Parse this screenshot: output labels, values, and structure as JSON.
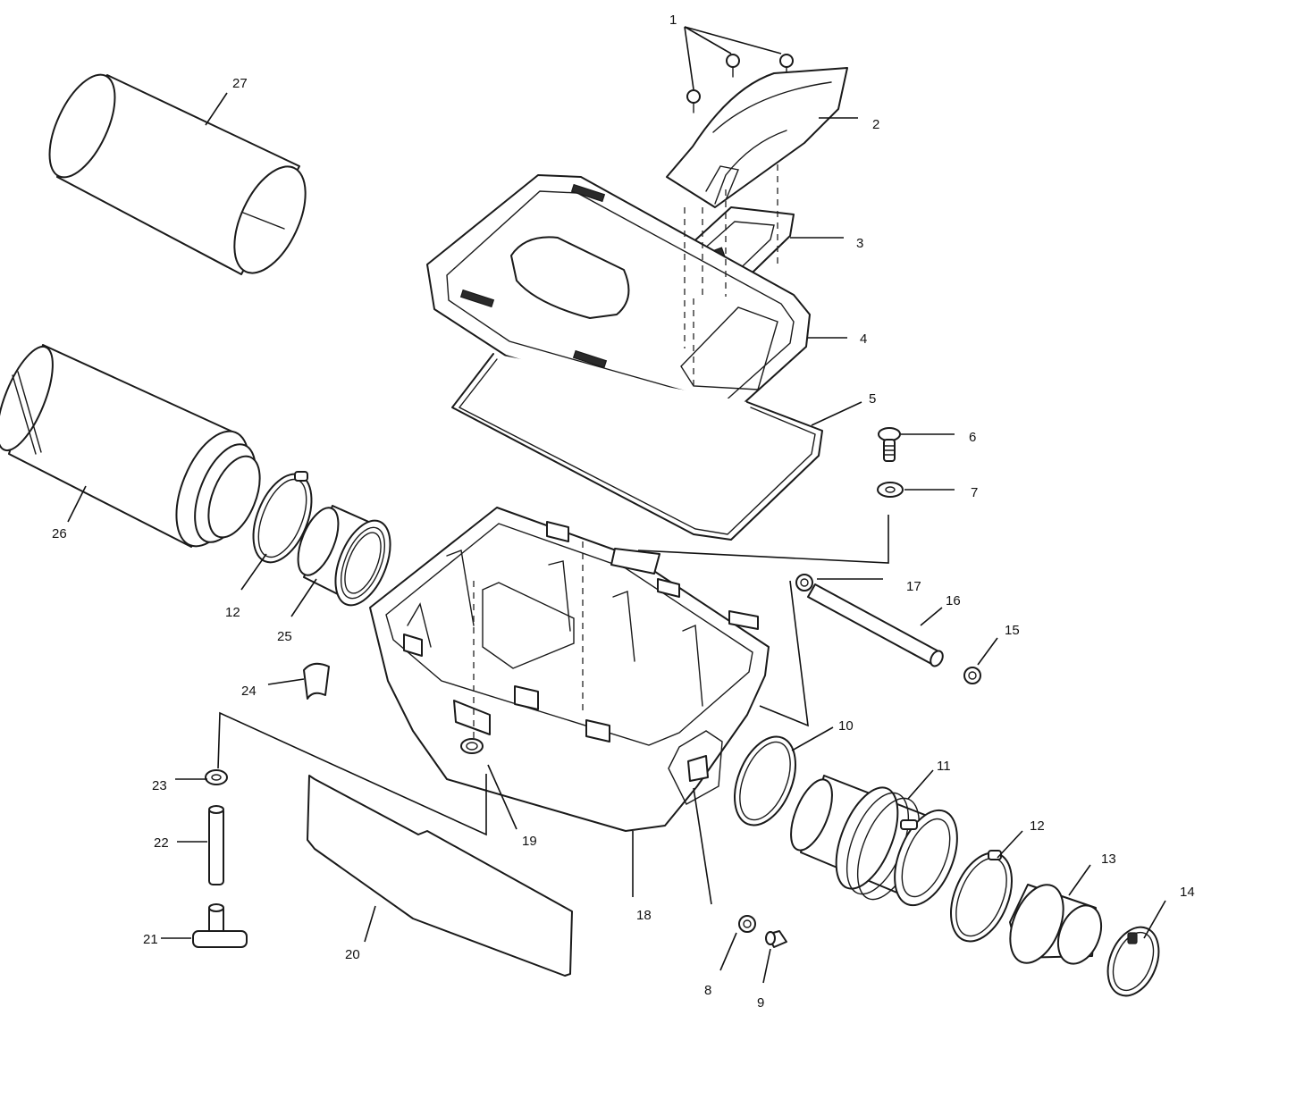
{
  "diagram": {
    "callouts": [
      {
        "id": "c1",
        "text": "1"
      },
      {
        "id": "c2",
        "text": "2"
      },
      {
        "id": "c3",
        "text": "3"
      },
      {
        "id": "c4",
        "text": "4"
      },
      {
        "id": "c5",
        "text": "5"
      },
      {
        "id": "c6",
        "text": "6"
      },
      {
        "id": "c7",
        "text": "7"
      },
      {
        "id": "c8",
        "text": "8"
      },
      {
        "id": "c9",
        "text": "9"
      },
      {
        "id": "c10",
        "text": "10"
      },
      {
        "id": "c11",
        "text": "11"
      },
      {
        "id": "c12a",
        "text": "12"
      },
      {
        "id": "c12b",
        "text": "12"
      },
      {
        "id": "c13",
        "text": "13"
      },
      {
        "id": "c14",
        "text": "14"
      },
      {
        "id": "c15",
        "text": "15"
      },
      {
        "id": "c16",
        "text": "16"
      },
      {
        "id": "c17",
        "text": "17"
      },
      {
        "id": "c18",
        "text": "18"
      },
      {
        "id": "c19",
        "text": "19"
      },
      {
        "id": "c20",
        "text": "20"
      },
      {
        "id": "c21",
        "text": "21"
      },
      {
        "id": "c22",
        "text": "22"
      },
      {
        "id": "c23",
        "text": "23"
      },
      {
        "id": "c24",
        "text": "24"
      },
      {
        "id": "c25",
        "text": "25"
      },
      {
        "id": "c26",
        "text": "26"
      },
      {
        "id": "c27",
        "text": "27"
      }
    ]
  }
}
